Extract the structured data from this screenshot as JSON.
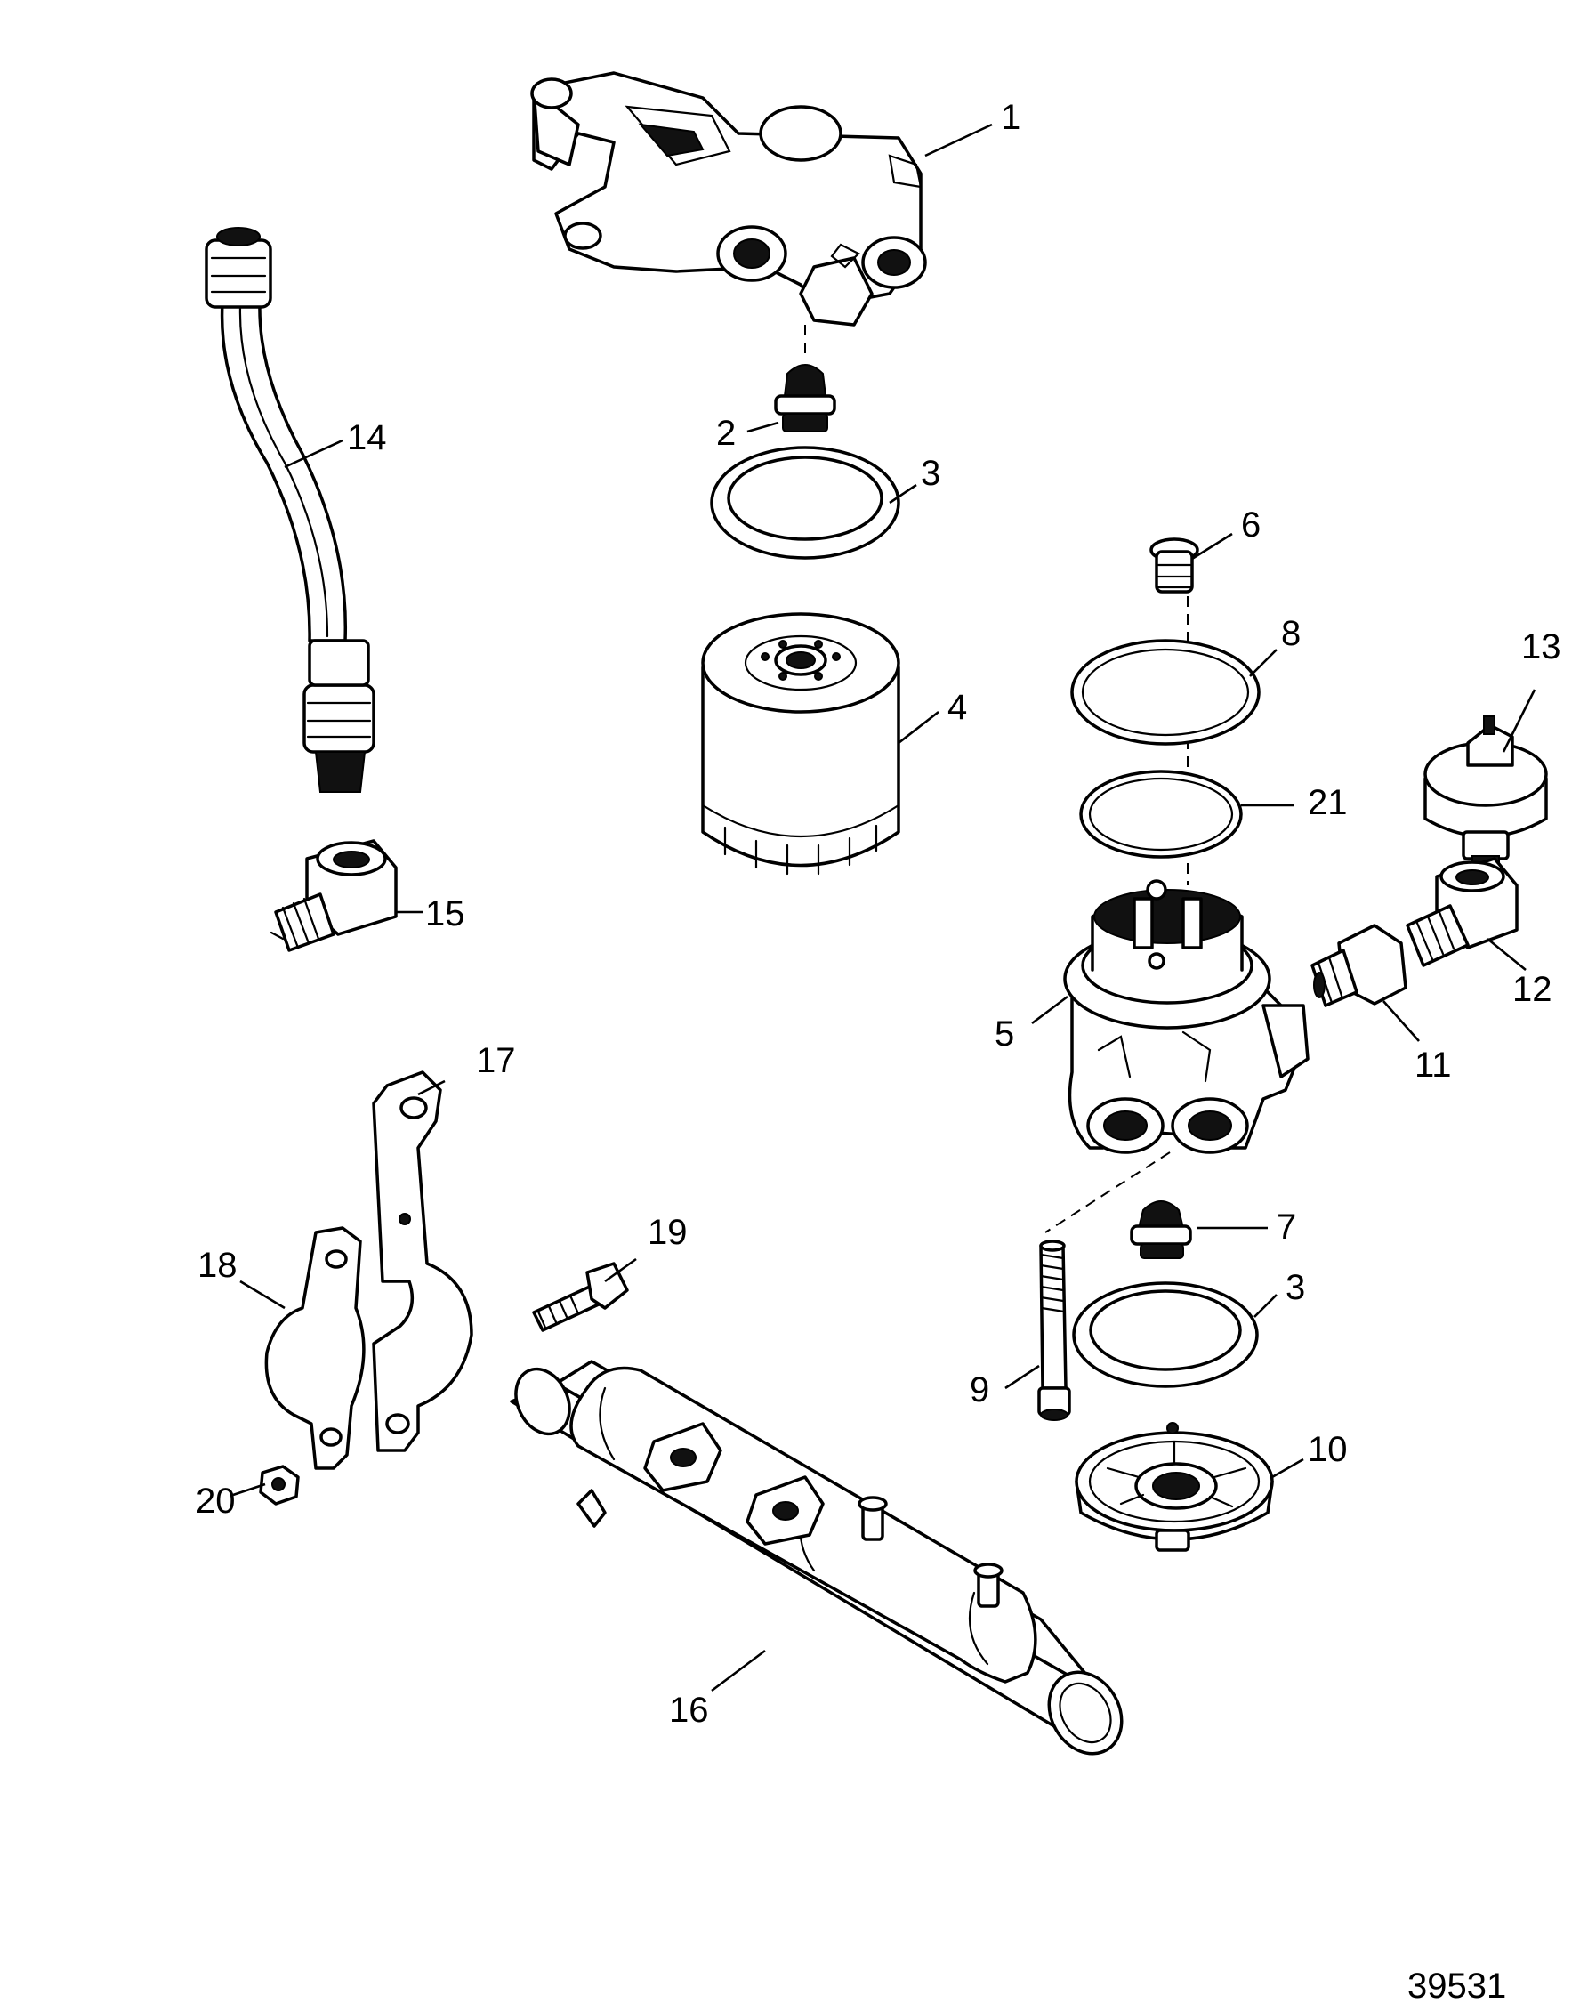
{
  "figure_number": "39531",
  "callouts": [
    {
      "id": "c1",
      "label": "1"
    },
    {
      "id": "c2",
      "label": "2"
    },
    {
      "id": "c3a",
      "label": "3"
    },
    {
      "id": "c3b",
      "label": "3"
    },
    {
      "id": "c4",
      "label": "4"
    },
    {
      "id": "c5",
      "label": "5"
    },
    {
      "id": "c6",
      "label": "6"
    },
    {
      "id": "c7",
      "label": "7"
    },
    {
      "id": "c8",
      "label": "8"
    },
    {
      "id": "c9",
      "label": "9"
    },
    {
      "id": "c10",
      "label": "10"
    },
    {
      "id": "c11",
      "label": "11"
    },
    {
      "id": "c12",
      "label": "12"
    },
    {
      "id": "c13",
      "label": "13"
    },
    {
      "id": "c14",
      "label": "14"
    },
    {
      "id": "c15",
      "label": "15"
    },
    {
      "id": "c16",
      "label": "16"
    },
    {
      "id": "c17",
      "label": "17"
    },
    {
      "id": "c18",
      "label": "18"
    },
    {
      "id": "c19",
      "label": "19"
    },
    {
      "id": "c20",
      "label": "20"
    },
    {
      "id": "c21",
      "label": "21"
    }
  ]
}
